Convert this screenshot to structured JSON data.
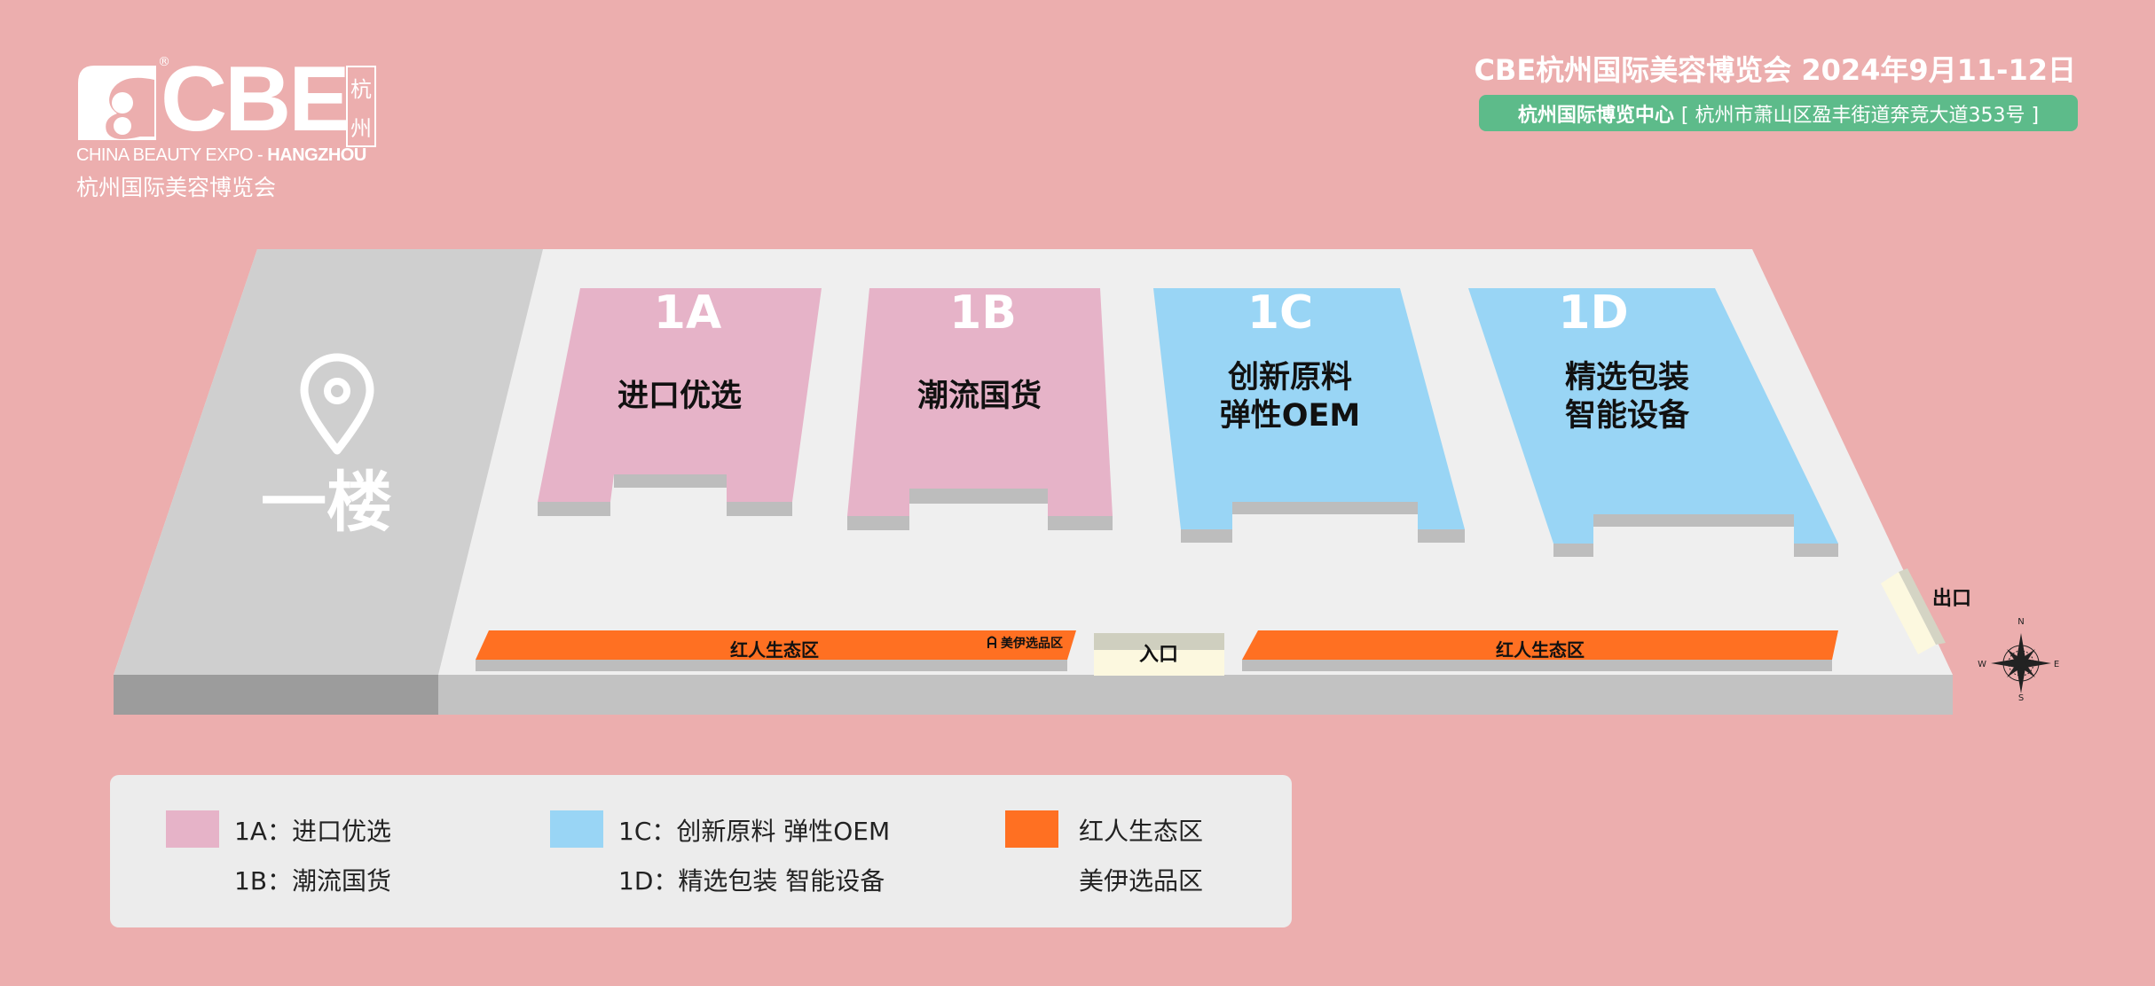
{
  "header": {
    "logo": {
      "wordmark": "CBE",
      "city_mark": [
        "杭",
        "州"
      ],
      "english_prefix": "CHINA BEAUTY EXPO - ",
      "english_city": "HANGZHOU",
      "chinese_name": "杭州国际美容博览会",
      "registered": "®"
    },
    "event_title": "CBE杭州国际美容博览会 2024年9月11-12日",
    "venue": {
      "name": "杭州国际博览中心",
      "address": "[ 杭州市萧山区盈丰街道奔竞大道353号 ]"
    }
  },
  "map": {
    "floor_label": "一楼",
    "halls": [
      {
        "id": "1A",
        "line1": "进口优选",
        "line2": "",
        "color": "#e6b3c8"
      },
      {
        "id": "1B",
        "line1": "潮流国货",
        "line2": "",
        "color": "#e6b3c8"
      },
      {
        "id": "1C",
        "line1": "创新原料",
        "line2": "弹性OEM",
        "color": "#99d5f5"
      },
      {
        "id": "1D",
        "line1": "精选包装",
        "line2": "智能设备",
        "color": "#99d5f5"
      }
    ],
    "zones": {
      "influencer_left": "红人生态区",
      "selection_tag": "美伊选品区",
      "influencer_right": "红人生态区",
      "color": "#ff7022"
    },
    "entrance": "入口",
    "exit": "出口",
    "compass": {
      "n": "N",
      "s": "S",
      "e": "E",
      "w": "W"
    }
  },
  "legend": [
    {
      "color": "#e6b3c8",
      "lines": [
        "1A：进口优选",
        "1B：潮流国货"
      ]
    },
    {
      "color": "#99d5f5",
      "lines": [
        "1C：创新原料 弹性OEM",
        "1D：精选包装 智能设备"
      ]
    },
    {
      "color": "#ff7022",
      "lines": [
        "红人生态区",
        "美伊选品区"
      ]
    }
  ]
}
